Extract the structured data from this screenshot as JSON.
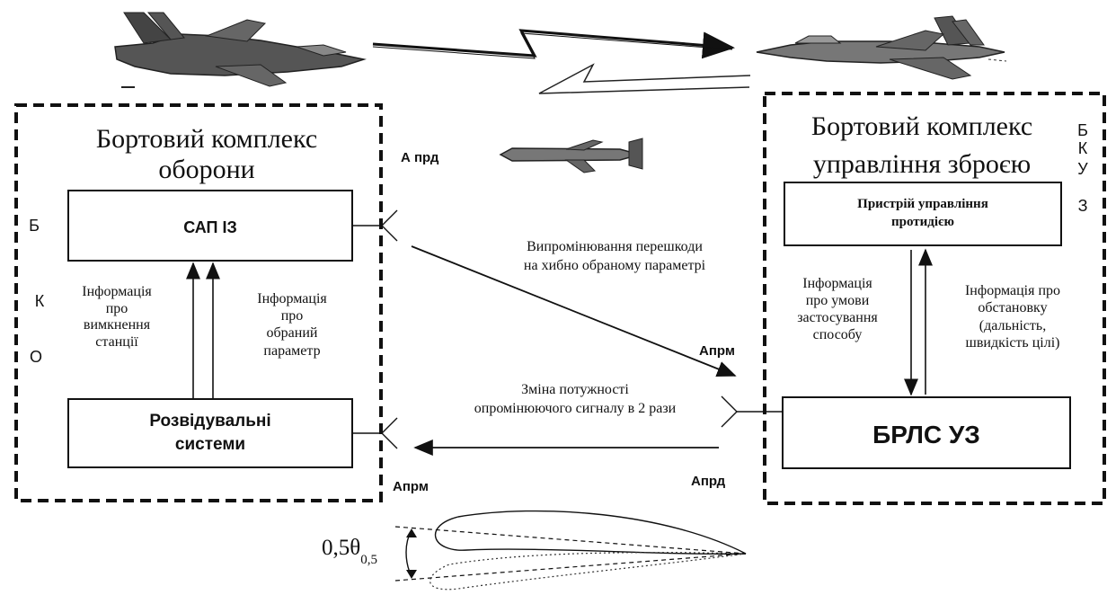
{
  "left_complex": {
    "title_line1": "Бортовий комплекс",
    "title_line2": "оборони",
    "side_letters": [
      "Б",
      "К",
      "О"
    ],
    "block_top": "САП ІЗ",
    "block_bottom_line1": "Розвідувальні",
    "block_bottom_line2": "системи",
    "info_left": [
      "Інформація",
      "про",
      "вимкнення",
      "станції"
    ],
    "info_right": [
      "Інформація",
      "про",
      "обраний",
      "параметр"
    ]
  },
  "right_complex": {
    "title_line1": "Бортовий комплекс",
    "title_line2": "управління зброєю",
    "side_letters": [
      "Б",
      "К",
      "У",
      "З"
    ],
    "block_top_line1": "Пристрій управління",
    "block_top_line2": "протидією",
    "block_bottom": "БРЛС УЗ",
    "info_left": [
      "Інформація",
      "про умови",
      "застосування",
      "способу"
    ],
    "info_right": [
      "Інформація про",
      "обстановку",
      "(дальність,",
      "швидкість цілі)"
    ]
  },
  "antenna_labels": {
    "a_prd_top": "А прд",
    "a_prm_right": "Апрм",
    "a_prd_right": "Апрд",
    "a_prm_left": "Апрм"
  },
  "signals": {
    "jamming_line1": "Випромінювання перешкоди",
    "jamming_line2": "на хибно обраному параметрі",
    "power_line1": "Зміна потужності",
    "power_line2": "опромінюючого сигналу в 2 рази"
  },
  "beam": {
    "label_main": "0,5θ",
    "label_sub": "0,5"
  }
}
